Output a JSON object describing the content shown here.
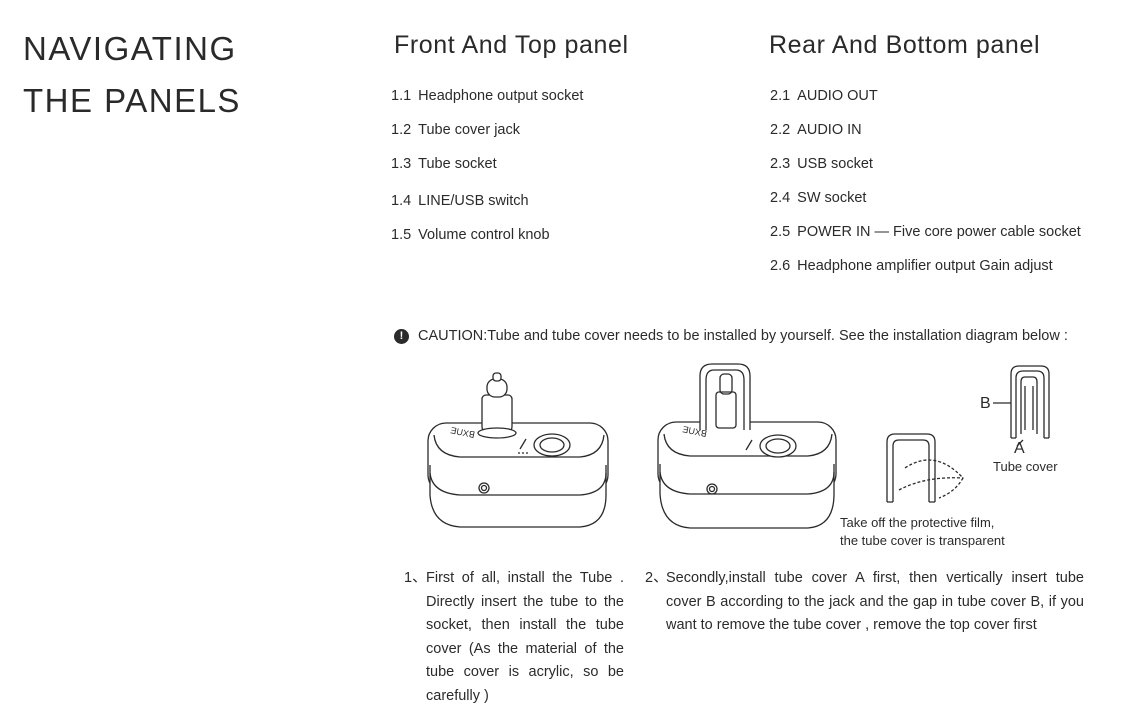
{
  "title": {
    "line1": "NAVIGATING",
    "line2": "THE PANELS"
  },
  "front": {
    "heading": "Front And Top panel",
    "items": [
      {
        "num": "1.1",
        "label": "Headphone output socket"
      },
      {
        "num": "1.2",
        "label": "Tube cover jack"
      },
      {
        "num": "1.3",
        "label": "Tube socket"
      },
      {
        "num": "1.4",
        "label": "LINE/USB switch"
      },
      {
        "num": "1.5",
        "label": "Volume control knob"
      }
    ]
  },
  "rear": {
    "heading": "Rear And Bottom panel",
    "items": [
      {
        "num": "2.1",
        "label": "AUDIO OUT"
      },
      {
        "num": "2.2",
        "label": "AUDIO IN"
      },
      {
        "num": "2.3",
        "label": "USB socket"
      },
      {
        "num": "2.4",
        "label": "SW socket"
      },
      {
        "num": "2.5",
        "label": "POWER IN — Five core power cable socket"
      },
      {
        "num": "2.6",
        "label": "Headphone amplifier output Gain adjust"
      }
    ]
  },
  "caution": {
    "icon": "exclamation-circle-icon",
    "text": "CAUTION:Tube and tube cover needs to be installed by yourself. See the installation diagram below :"
  },
  "figure": {
    "label_b": "B",
    "label_a": "A",
    "tube_cover_label": "Tube cover",
    "film_line1": "Take off the protective film,",
    "film_line2": "the tube cover is transparent"
  },
  "steps": [
    {
      "num": "1、",
      "text": "First of all, install the Tube . Directly insert the tube to the socket, then install the tube cover (As the material of the tube cover is acrylic, so be carefully )"
    },
    {
      "num": "2、",
      "text": "Secondly,install tube cover A first, then vertically insert tube cover B according to the jack and the gap in tube cover B, if you want to remove the  tube cover , remove the top cover first"
    }
  ]
}
